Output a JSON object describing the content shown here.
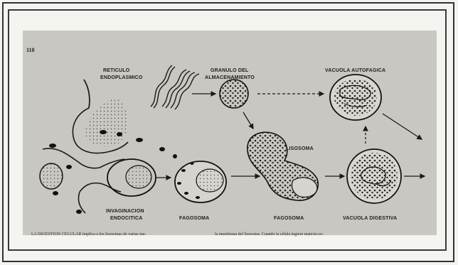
{
  "page_number": "118",
  "labels": {
    "reticulo": [
      "RETICULO",
      "ENDOPLASMICO"
    ],
    "granulo": [
      "GRANULO DEL",
      "ALMACENAMIENTO"
    ],
    "vacuola_autofagica": "VACUOLA AUTOFAGICA",
    "lisosoma": "LISOSOMA",
    "invaginacion": [
      "INVAGINACION",
      "ENDOCITICA"
    ],
    "fagosoma_1": "FAGOSOMA",
    "fagosoma_2": "FAGOSOMA",
    "vacuola_digestiva": "VACUOLA DIGESTIVA"
  },
  "caption": {
    "left": "LA DIGESTION CELULAR implica a los lisosomas de varias ma-",
    "right": "la membrana del lisosoma. Cuando la célula ingiere materia ex-"
  }
}
